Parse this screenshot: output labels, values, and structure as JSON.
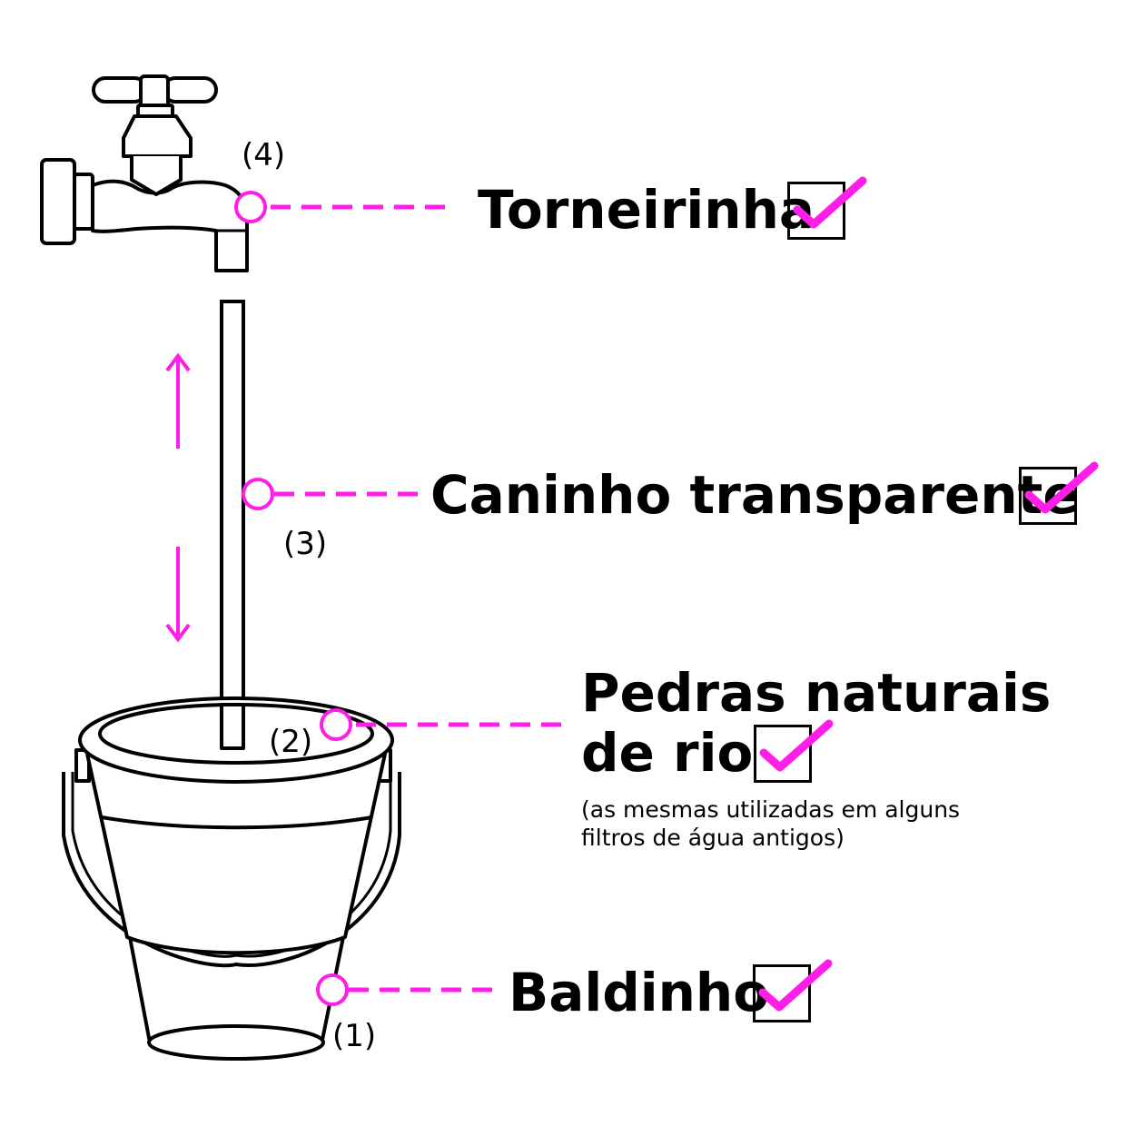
{
  "colors": {
    "accent": "#ff1ee8",
    "ink": "#000000"
  },
  "items": [
    {
      "number": "(4)",
      "label": "Torneirinha",
      "checked": true,
      "icon": "faucet-icon"
    },
    {
      "number": "(3)",
      "label": "Caninho transparente",
      "checked": true,
      "icon": "tube-icon"
    },
    {
      "number": "(2)",
      "label_line1": "Pedras naturais",
      "label_line2": "de rio",
      "note_line1": "(as mesmas utilizadas em alguns",
      "note_line2": "filtros de água antigos)",
      "checked": true,
      "icon": "stones-icon"
    },
    {
      "number": "(1)",
      "label": "Baldinho",
      "checked": true,
      "icon": "bucket-icon"
    }
  ]
}
